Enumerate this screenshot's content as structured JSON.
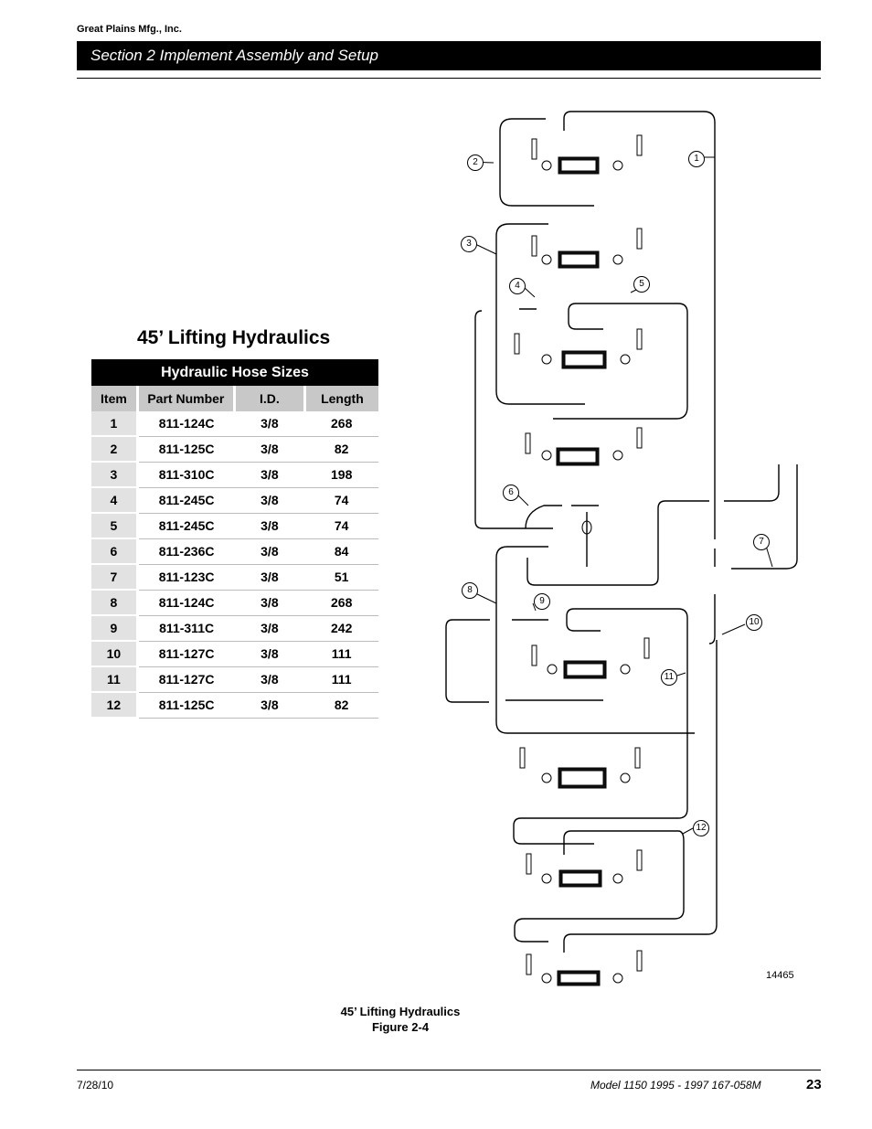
{
  "header": {
    "company": "Great Plains Mfg., Inc.",
    "section": "Section 2 Implement Assembly and Setup"
  },
  "main": {
    "title": "45’ Lifting Hydraulics",
    "table": {
      "caption": "Hydraulic Hose Sizes",
      "columns": [
        "Item",
        "Part Number",
        "I.D.",
        "Length"
      ],
      "rows": [
        [
          "1",
          "811-124C",
          "3/8",
          "268"
        ],
        [
          "2",
          "811-125C",
          "3/8",
          "82"
        ],
        [
          "3",
          "811-310C",
          "3/8",
          "198"
        ],
        [
          "4",
          "811-245C",
          "3/8",
          "74"
        ],
        [
          "5",
          "811-245C",
          "3/8",
          "74"
        ],
        [
          "6",
          "811-236C",
          "3/8",
          "84"
        ],
        [
          "7",
          "811-123C",
          "3/8",
          "51"
        ],
        [
          "8",
          "811-124C",
          "3/8",
          "268"
        ],
        [
          "9",
          "811-311C",
          "3/8",
          "242"
        ],
        [
          "10",
          "811-127C",
          "3/8",
          "111"
        ],
        [
          "11",
          "811-127C",
          "3/8",
          "111"
        ],
        [
          "12",
          "811-125C",
          "3/8",
          "82"
        ]
      ]
    }
  },
  "figure": {
    "drawing_number": "14465",
    "callouts": [
      "1",
      "2",
      "3",
      "4",
      "5",
      "6",
      "7",
      "8",
      "9",
      "10",
      "11",
      "12"
    ],
    "caption_line1": "45’ Lifting Hydraulics",
    "caption_line2": "Figure 2-4"
  },
  "footer": {
    "date": "7/28/10",
    "model": "Model 1150 1995 - 1997   167-058M",
    "page": "23"
  }
}
